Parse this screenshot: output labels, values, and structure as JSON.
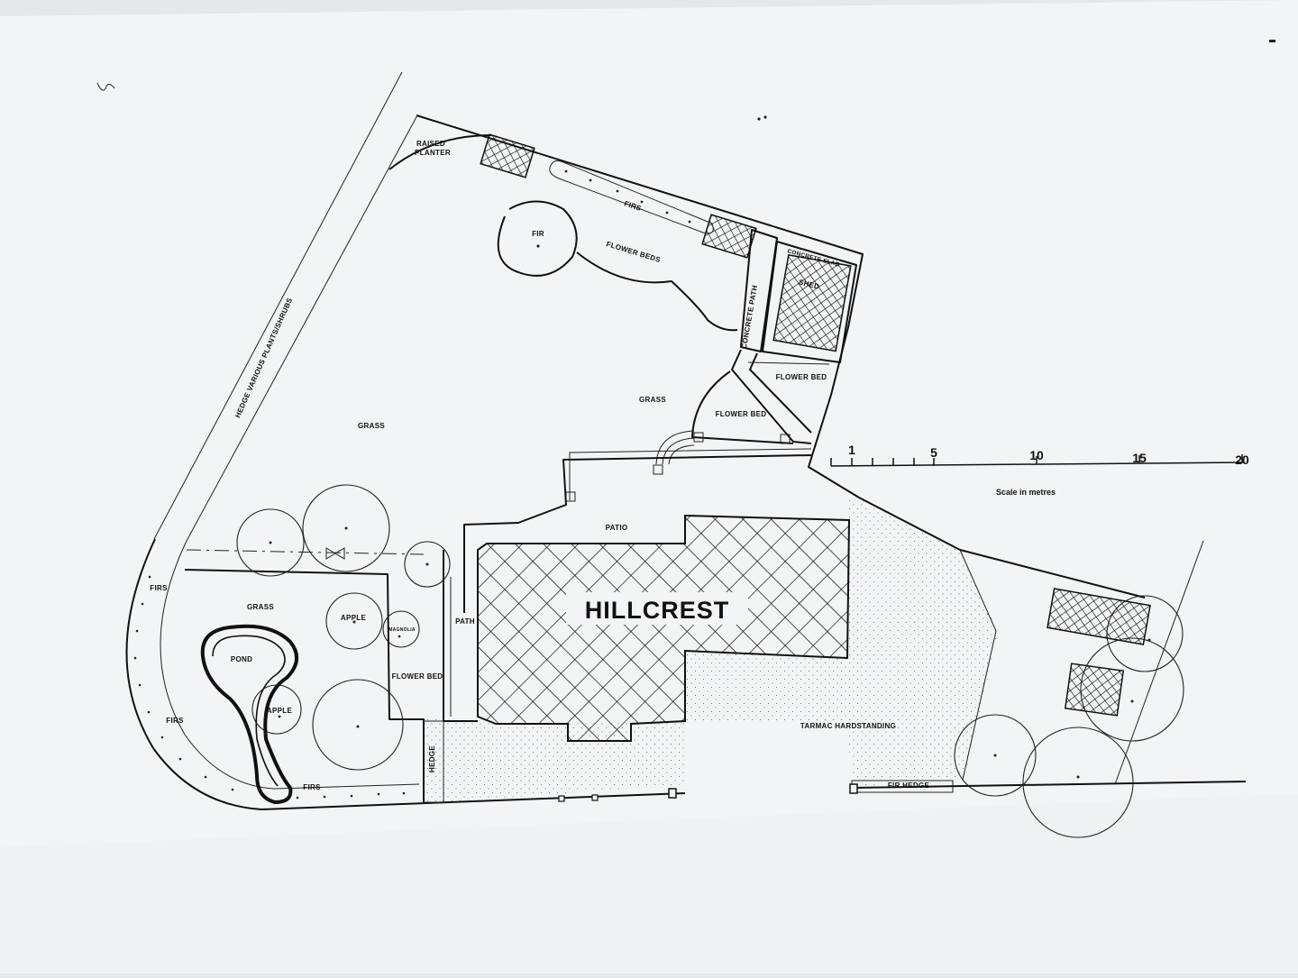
{
  "plan": {
    "house_name": "HILLCREST",
    "labels": {
      "raised_planter_1": "RAISED",
      "raised_planter_2": "PLANTER",
      "firs_top": "FIRS",
      "fir": "FIR",
      "flower_beds": "FLOWER BEDS",
      "concrete_slab": "CONCRETE SLAB",
      "concrete_path": "CONCRETE PATH",
      "shed": "SHED",
      "flower_bed_right": "FLOWER BED",
      "grass_center": "GRASS",
      "flower_bed_center": "FLOWER BED",
      "grass_left": "GRASS",
      "hedge_side": "HEDGE VARIOUS PLANTS/SHRUBS",
      "patio": "PATIO",
      "path": "PATH",
      "grass_lower": "GRASS",
      "apple_1": "APPLE",
      "magnolia": "MAGNOLIA",
      "pond": "POND",
      "apple_2": "APPLE",
      "flower_bed_lower": "FLOWER BED",
      "firs_left_top": "FIRS",
      "firs_left_bottom": "FIRS",
      "firs_bottom": "FIRS",
      "hedge_bottom": "HEDGE",
      "tarmac": "TARMAC HARDSTANDING",
      "fir_hedge": "FIR HEDGE"
    },
    "scale": {
      "ticks": [
        "1",
        "5",
        "10",
        "15",
        "20"
      ],
      "caption": "Scale in metres"
    }
  },
  "colors": {
    "paper": "#f3f4f5",
    "ink": "#111111",
    "background": "#e6e7e9"
  }
}
